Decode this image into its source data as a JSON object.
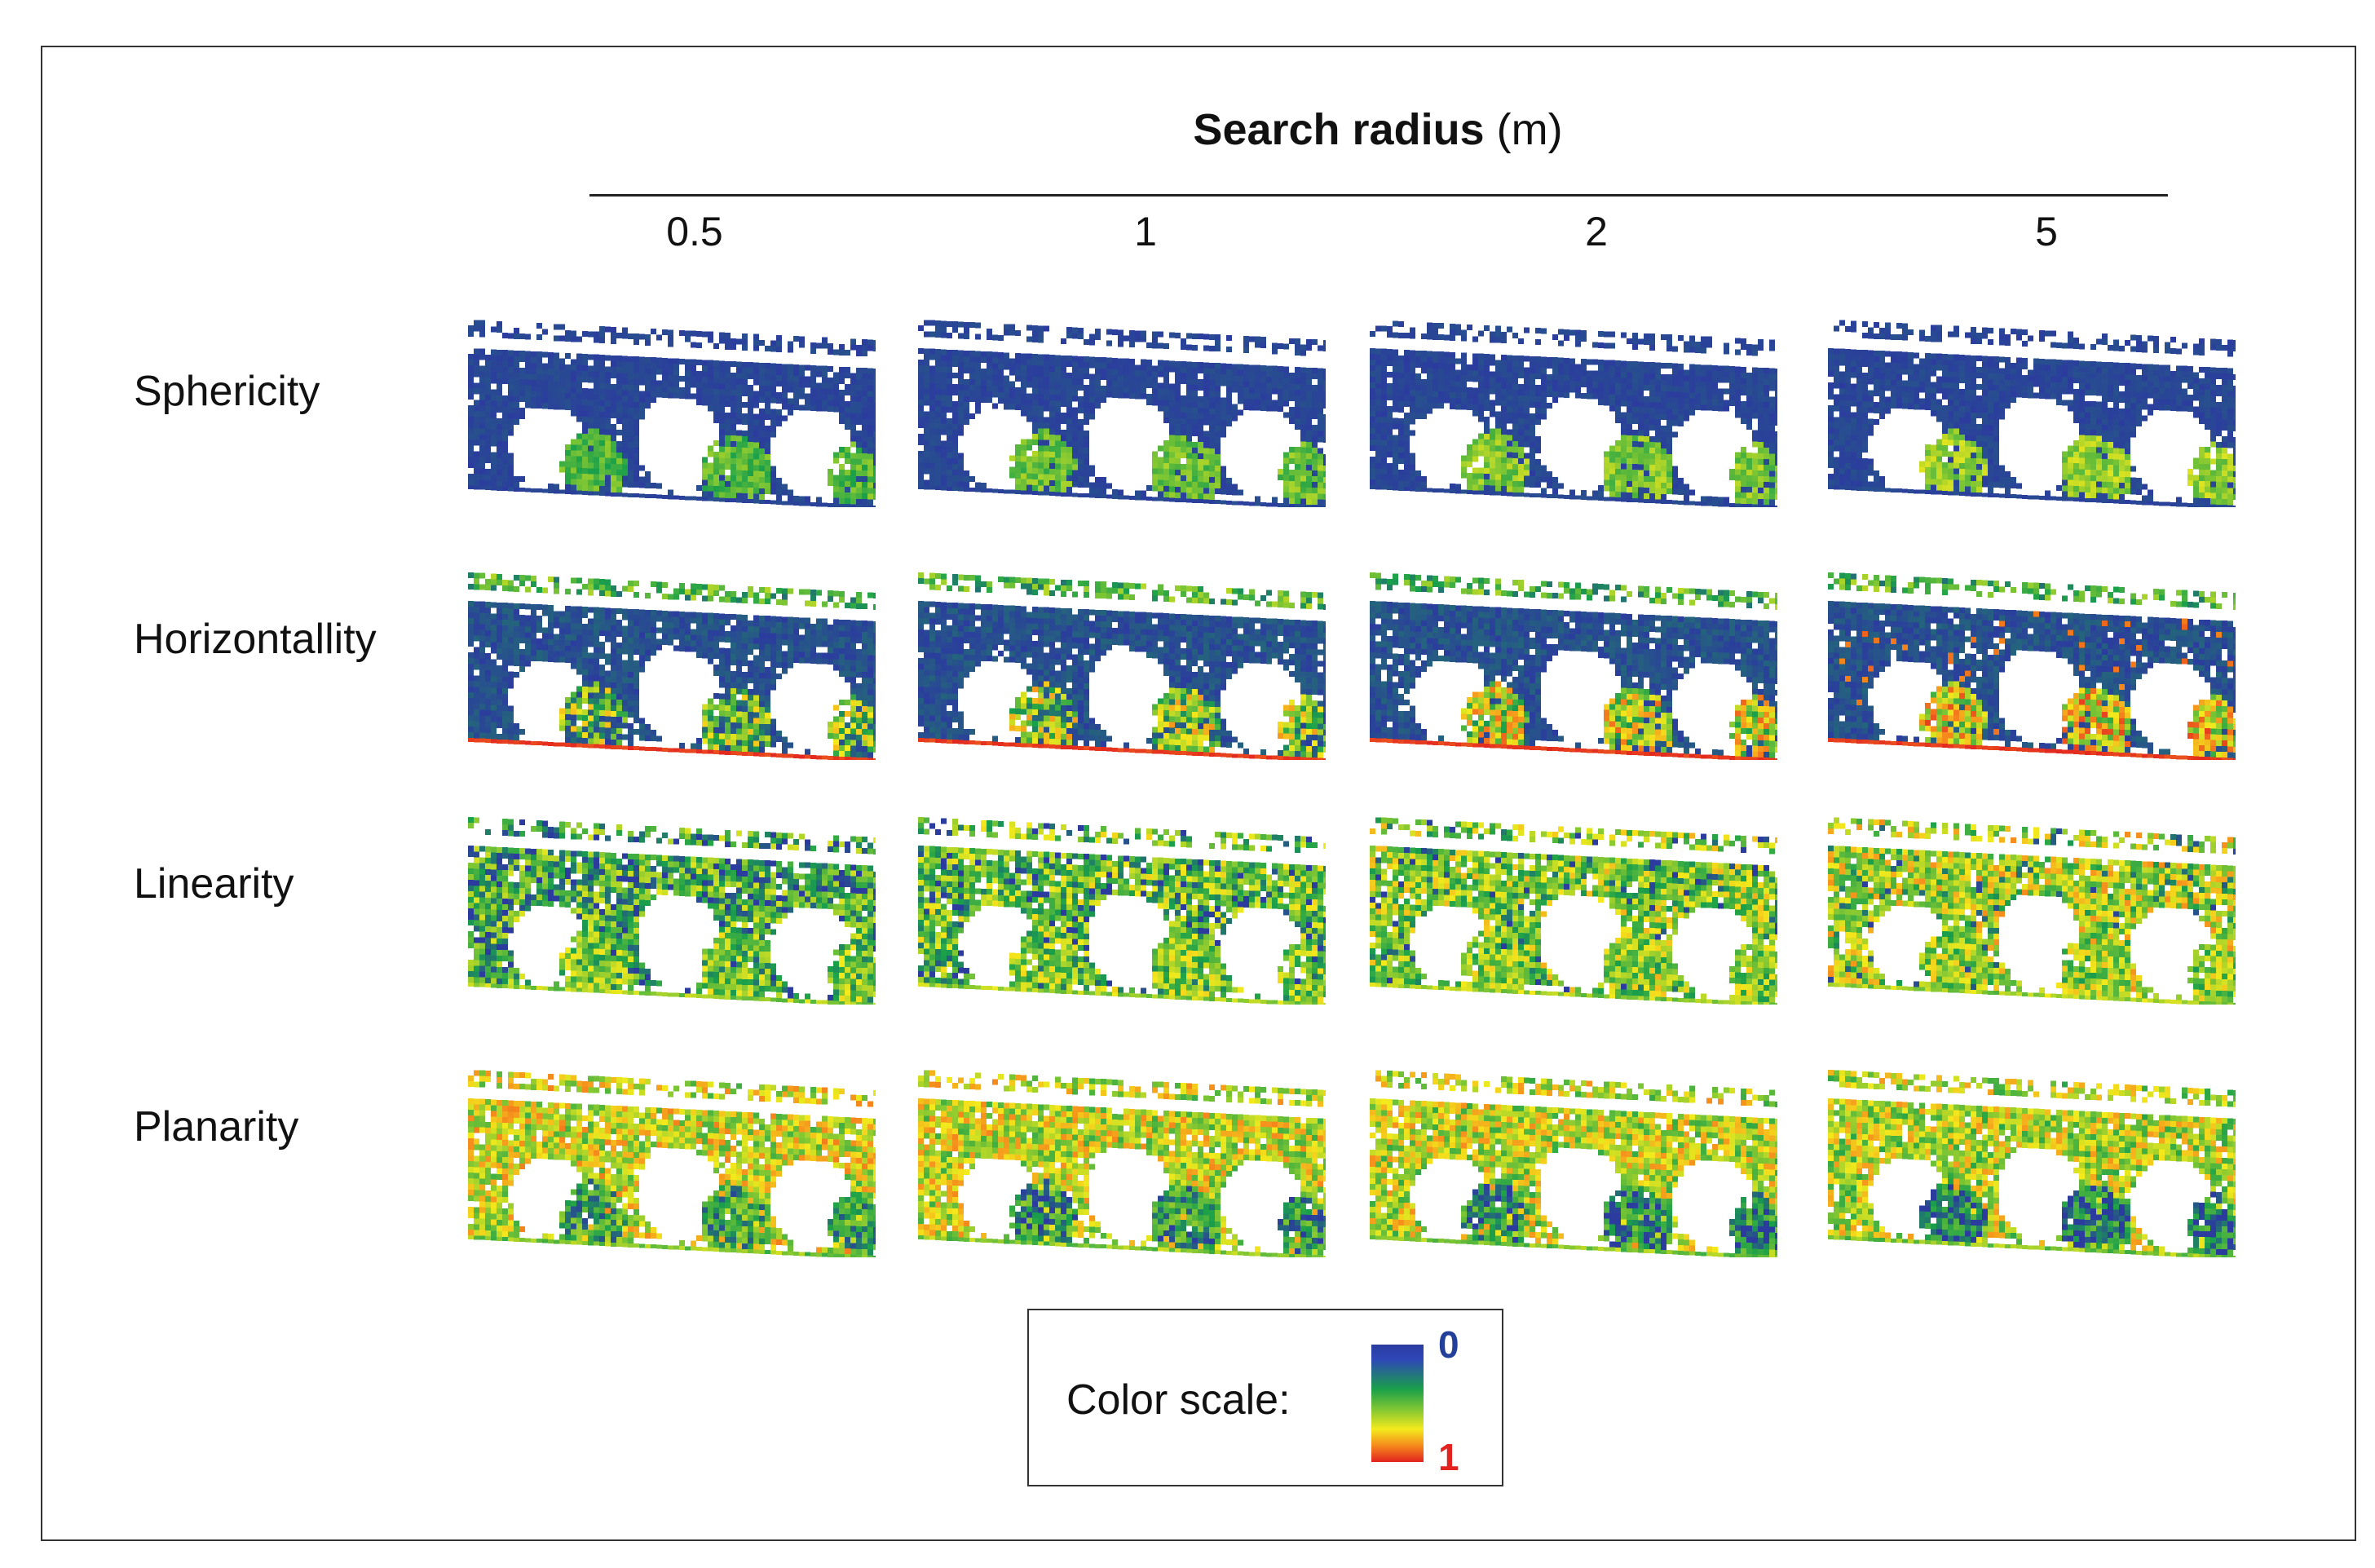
{
  "figure": {
    "title_bold": "Search radius",
    "title_unit": "(m)",
    "columns": [
      "0.5",
      "1",
      "2",
      "5"
    ],
    "rows": [
      "Sphericity",
      "Horizontallity",
      "Linearity",
      "Planarity"
    ],
    "legend": {
      "label": "Color scale:",
      "min": "0",
      "max": "1",
      "colors": [
        "#2b3c9e",
        "#1aa04a",
        "#7fc633",
        "#f3ea1c",
        "#f58a1c",
        "#e2231f"
      ]
    }
  },
  "colors": {
    "scale_low": "#2e46b8",
    "scale_mid": "#1aa04a",
    "scale_high": "#e2231f"
  }
}
